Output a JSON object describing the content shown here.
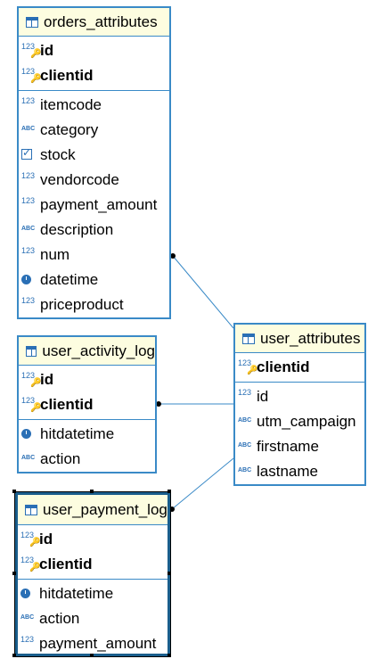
{
  "tables": {
    "orders_attributes": {
      "title": "orders_attributes",
      "keys": [
        {
          "name": "id",
          "type": "123"
        },
        {
          "name": "clientid",
          "type": "123"
        }
      ],
      "columns": [
        {
          "name": "itemcode",
          "type": "123"
        },
        {
          "name": "category",
          "type": "ABC"
        },
        {
          "name": "stock",
          "type": "bool"
        },
        {
          "name": "vendorcode",
          "type": "123"
        },
        {
          "name": "payment_amount",
          "type": "123"
        },
        {
          "name": "description",
          "type": "ABC"
        },
        {
          "name": "num",
          "type": "123"
        },
        {
          "name": "datetime",
          "type": "datetime"
        },
        {
          "name": "priceproduct",
          "type": "123"
        }
      ]
    },
    "user_activity_log": {
      "title": "user_activity_log",
      "keys": [
        {
          "name": "id",
          "type": "123"
        },
        {
          "name": "clientid",
          "type": "123"
        }
      ],
      "columns": [
        {
          "name": "hitdatetime",
          "type": "datetime"
        },
        {
          "name": "action",
          "type": "ABC"
        }
      ]
    },
    "user_payment_log": {
      "title": "user_payment_log",
      "keys": [
        {
          "name": "id",
          "type": "123"
        },
        {
          "name": "clientid",
          "type": "123"
        }
      ],
      "columns": [
        {
          "name": "hitdatetime",
          "type": "datetime"
        },
        {
          "name": "action",
          "type": "ABC"
        },
        {
          "name": "payment_amount",
          "type": "123"
        }
      ]
    },
    "user_attributes": {
      "title": "user_attributes",
      "keys": [
        {
          "name": "clientid",
          "type": "123"
        }
      ],
      "columns": [
        {
          "name": "id",
          "type": "123"
        },
        {
          "name": "utm_campaign",
          "type": "ABC"
        },
        {
          "name": "firstname",
          "type": "ABC"
        },
        {
          "name": "lastname",
          "type": "ABC"
        }
      ]
    }
  },
  "icons": {
    "numeric": "123",
    "text": "ABC"
  },
  "colors": {
    "border": "#3a8ac7",
    "header_bg": "#fdfde0",
    "link": "#3a8ac7"
  }
}
